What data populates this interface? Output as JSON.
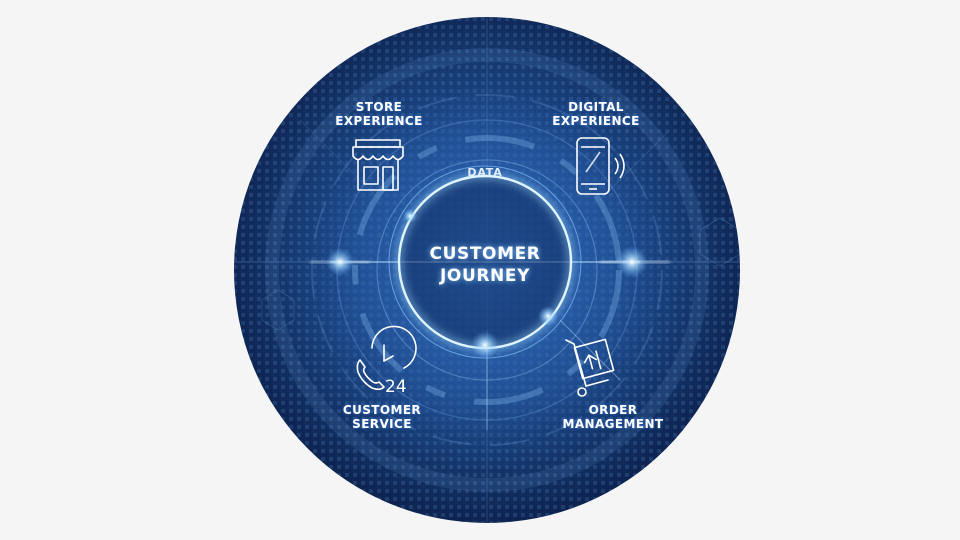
{
  "diagram": {
    "center": {
      "line1": "CUSTOMER",
      "line2": "JOURNEY"
    },
    "ring_label": "DATA",
    "segments": [
      {
        "id": "store",
        "line1": "STORE",
        "line2": "EXPERIENCE",
        "icon": "storefront-icon"
      },
      {
        "id": "digital",
        "line1": "DIGITAL",
        "line2": "EXPERIENCE",
        "icon": "smartphone-icon"
      },
      {
        "id": "service",
        "line1": "CUSTOMER",
        "line2": "SERVICE",
        "icon": "24h-phone-support-icon"
      },
      {
        "id": "order",
        "line1": "ORDER",
        "line2": "MANAGEMENT",
        "icon": "package-cart-icon"
      }
    ]
  },
  "colors": {
    "background": "#f5f5f6",
    "circle_dark": "#0e2450",
    "circle_mid": "#1d4e93",
    "glow": "#8fd0ff",
    "text": "#ffffff"
  }
}
